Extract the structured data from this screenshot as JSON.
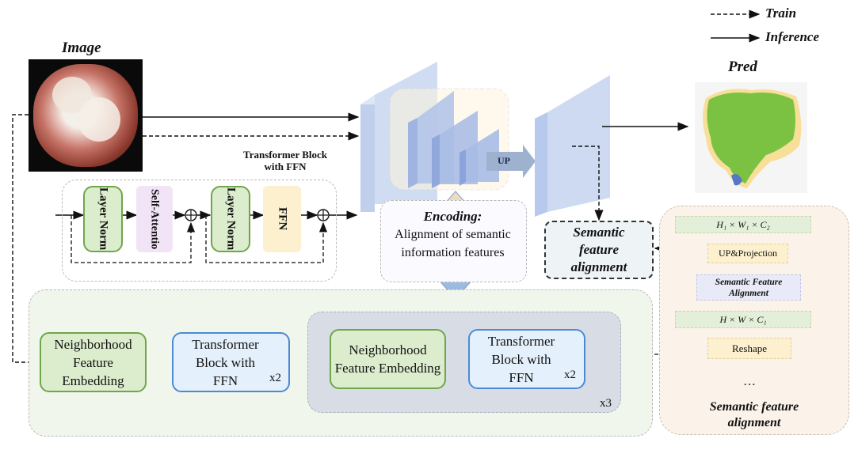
{
  "legend": {
    "train": "Train",
    "inference": "Inference"
  },
  "labels": {
    "image": "Image",
    "pred": "Pred",
    "transformer_block_title": "Transformer Block with FFN",
    "up": "UP"
  },
  "transformer_block": {
    "layer_norm_1": "Layer Norm",
    "self_attention": "Self-Attentio",
    "layer_norm_2": "Layer Norm",
    "ffn": "FFN"
  },
  "encoding": {
    "title": "Encoding:",
    "text": "Alignment of semantic information features"
  },
  "semantic_alignment_box": "Semantic feature alignment",
  "bottom_stage": {
    "nfe_1": "Neighborhood Feature Embedding",
    "tb_1": "Transformer Block with FFN",
    "tb_1_mult": "x2",
    "nfe_2": "Neighborhood Feature Embedding",
    "tb_2": "Transformer Block with FFN",
    "tb_2_mult": "x2",
    "outer_mult": "x3"
  },
  "right_panel": {
    "row1": "H₁ × W₁ × C₂",
    "up_projection": "UP&Projection",
    "sfa": "Semantic Feature Alignment",
    "row2": "H × W × C₁",
    "reshape": "Reshape",
    "ellipsis": "…",
    "caption": "Semantic feature alignment"
  },
  "colors": {
    "green_fill": "#dcedce",
    "blue_fill": "#e4f0fb",
    "pred_green": "#7cc242",
    "pred_yellow": "#f7df9a",
    "volume_blue": "#c8d6ef"
  }
}
